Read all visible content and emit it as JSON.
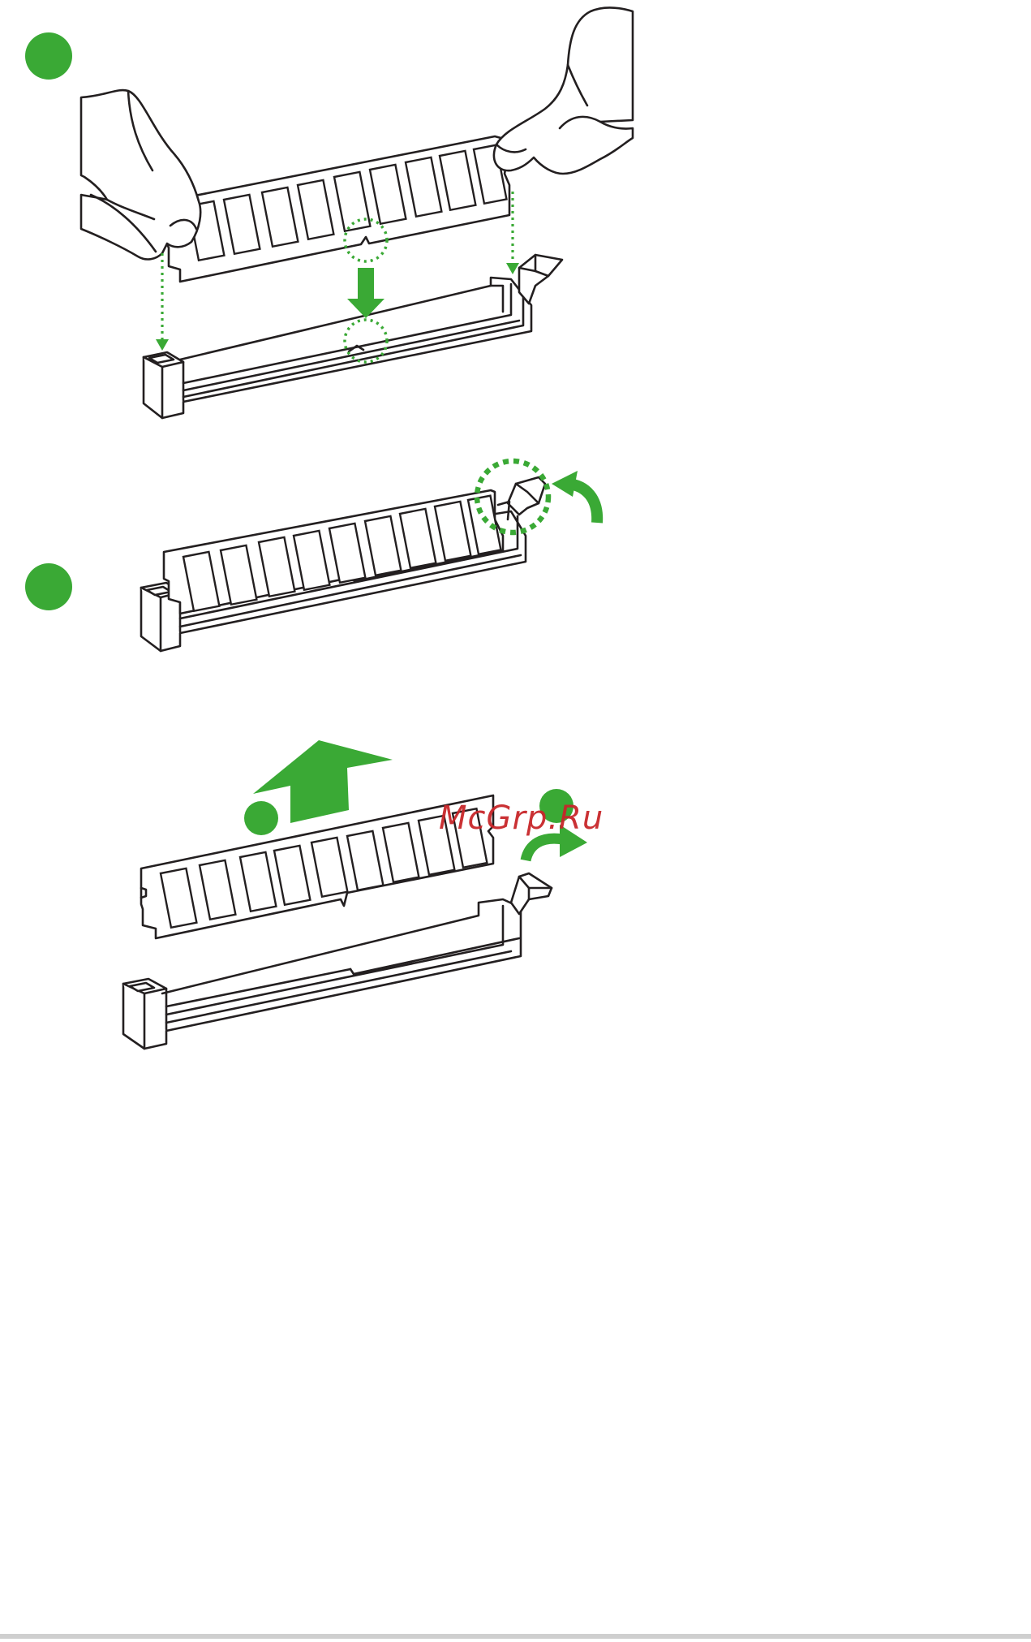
{
  "colors": {
    "accent_green": "#3aa935",
    "line": "#231f20",
    "watermark_red": "#c8262a"
  },
  "watermark": {
    "text": "McGrp.Ru"
  },
  "steps": [
    {
      "id": "install-step-1",
      "marker": "",
      "icons": [
        "hands-holding-module-icon",
        "memory-module-icon",
        "dimm-slot-icon",
        "notch-alignment-circle-icon",
        "insert-down-arrow-icon"
      ]
    },
    {
      "id": "install-step-2",
      "marker": "",
      "icons": [
        "memory-module-icon",
        "dimm-slot-icon",
        "retaining-clip-circle-icon",
        "clip-lock-arrow-icon"
      ]
    },
    {
      "id": "remove-step",
      "markers": [
        "",
        ""
      ],
      "icons": [
        "memory-module-icon",
        "dimm-slot-icon",
        "remove-up-arrow-icon",
        "clip-release-arrow-icon"
      ]
    }
  ]
}
